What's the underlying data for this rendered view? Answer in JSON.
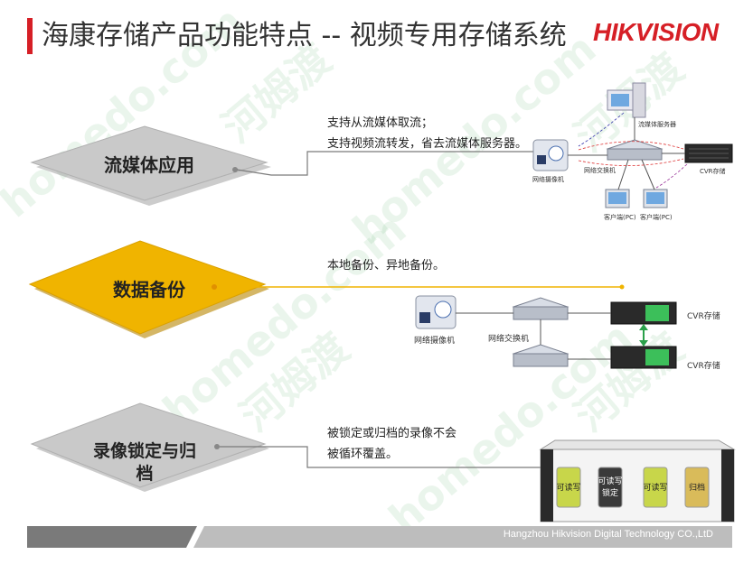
{
  "header": {
    "title": "海康存储产品功能特点 -- 视频专用存储系统",
    "logo": "HIKVISION"
  },
  "sections": {
    "streaming": {
      "label": "流媒体应用",
      "note_lines": [
        "支持从流媒体取流；",
        "支持视频流转发，省去流媒体服务器。"
      ],
      "diagram": {
        "server_label": "流媒体服务器",
        "camera_label": "网络摄像机",
        "switch_label": "网络交换机",
        "storage_label": "CVR存储",
        "client1_label": "客户端(PC)",
        "client2_label": "客户端(PC)"
      }
    },
    "backup": {
      "label": "数据备份",
      "note": "本地备份、异地备份。",
      "diagram": {
        "camera_label": "网络摄像机",
        "switch_label": "网络交换机",
        "storage1_label": "CVR存储",
        "storage2_label": "CVR存储"
      }
    },
    "lock": {
      "label_line1": "录像锁定与归",
      "label_line2": "档",
      "note_lines": [
        "被锁定或归档的录像不会",
        "被循环覆盖。"
      ],
      "disks": [
        "可读写",
        "可读写\n锁定",
        "可读写",
        "归档"
      ]
    }
  },
  "watermark": {
    "texts": [
      "homedo.com",
      "河姆渡"
    ]
  },
  "footer": {
    "text": "Hangzhou Hikvision Digital Technology CO.,LtD"
  },
  "colors": {
    "accent": "#d61f26",
    "gold": "#f0b400",
    "grey_diamond": "#c8c8c8",
    "footer_dark": "#7a7a7a",
    "footer_light": "#bdbdbd"
  }
}
